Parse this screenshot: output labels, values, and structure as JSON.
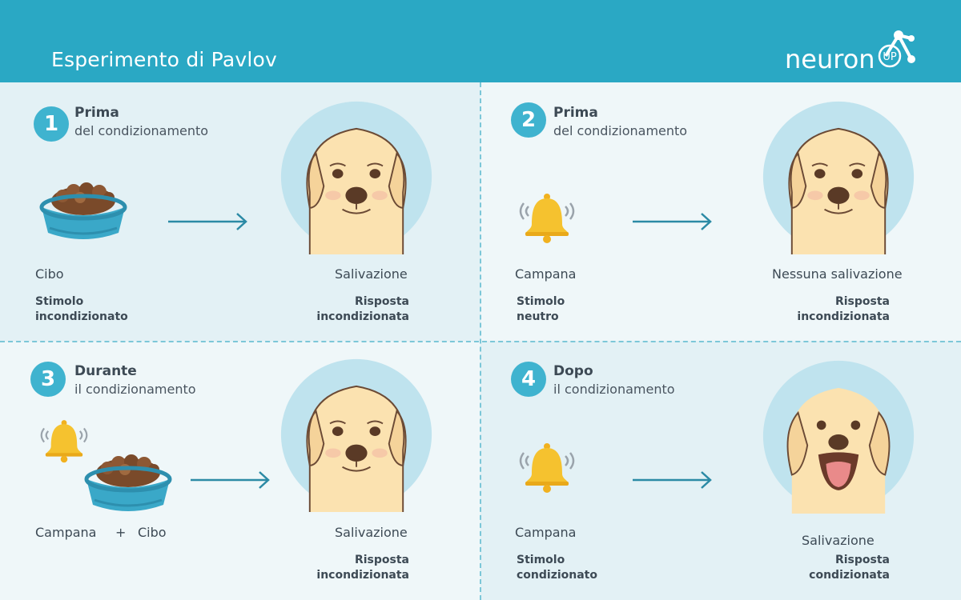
{
  "header": {
    "title": "Esperimento di Pavlov",
    "logo_text": "neuron",
    "logo_badge": "UP"
  },
  "panels": [
    {
      "number": "1",
      "title": "Prima",
      "subtitle": "del condizionamento",
      "stimulus_label": "Cibo",
      "stimulus_type_1": "Stimolo",
      "stimulus_type_2": "incondizionato",
      "response_label": "Salivazione",
      "response_type_1": "Risposta",
      "response_type_2": "incondizionata"
    },
    {
      "number": "2",
      "title": "Prima",
      "subtitle": "del condizionamento",
      "stimulus_label": "Campana",
      "stimulus_type_1": "Stimolo",
      "stimulus_type_2": "neutro",
      "response_label": "Nessuna salivazione",
      "response_type_1": "Risposta",
      "response_type_2": "incondizionata"
    },
    {
      "number": "3",
      "title": "Durante",
      "subtitle": "il condizionamento",
      "stimulus_label_a": "Campana",
      "plus": "+",
      "stimulus_label_b": "Cibo",
      "response_label": "Salivazione",
      "response_type_1": "Risposta",
      "response_type_2": "incondizionata"
    },
    {
      "number": "4",
      "title": "Dopo",
      "subtitle": "il condizionamento",
      "stimulus_label": "Campana",
      "stimulus_type_1": "Stimolo",
      "stimulus_type_2": "condizionato",
      "response_label": "Salivazione",
      "response_type_1": "Risposta",
      "response_type_2": "condizionata"
    }
  ],
  "colors": {
    "header": "#2aa8c4",
    "accent": "#3fb3cf",
    "arrow": "#2b8aa5",
    "bowl": "#3aa8c8",
    "bell": "#f5c22f",
    "dog_circle": "#bfe3ee"
  }
}
